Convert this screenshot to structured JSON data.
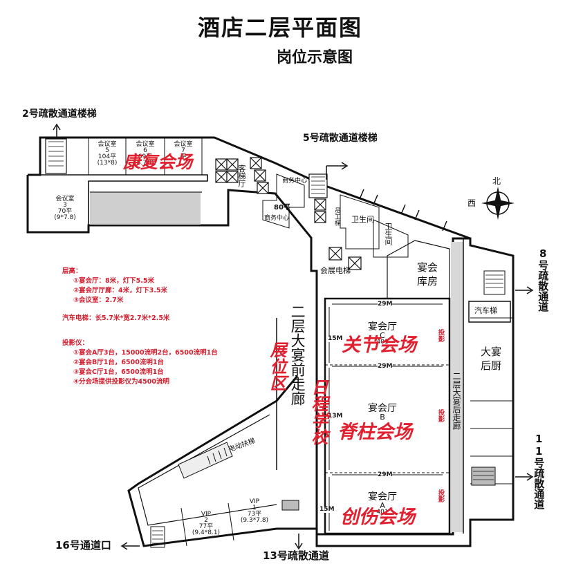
{
  "header": {
    "title": "酒店二层平面图",
    "subtitle": "岗位示意图"
  },
  "compass": {
    "north": "北",
    "west": "西"
  },
  "exits": {
    "exit2": "2号疏散通道楼梯",
    "exit5": "5号疏散通道楼梯",
    "exit8": "8号疏散通道",
    "exit11": "11号疏散通道",
    "exit13": "13号疏散通道",
    "exit16": "16号通道口"
  },
  "rooms": {
    "meeting5": {
      "name": "会议室",
      "num": "5",
      "area": "104平",
      "size": "(13*8)"
    },
    "meeting6": {
      "name": "会议室",
      "num": "6",
      "area": "69平",
      "size": "(8.7*8)"
    },
    "meeting7": {
      "name": "会议室",
      "num": "7",
      "area": "平",
      "size": ""
    },
    "meeting3": {
      "name": "会议室",
      "num": "3",
      "area": "70平",
      "size": "(9*7.8)"
    },
    "guest_lift": "客梯厅",
    "business1": "商务中心",
    "business2": "商务中心",
    "business_area": "80平",
    "staff_lift": "员工梯",
    "wc1": "卫生间",
    "wc2": "卫生间",
    "expo_lift": "会展电梯",
    "storage": "宴会库房",
    "car_lift": "汽车梯",
    "back_kitchen": "大宴后厨",
    "back_corridor": "二层大宴后走廊",
    "front_corridor": "二层大宴前走廊",
    "escalator": "电动扶梯",
    "vip2": {
      "name": "VIP",
      "num": "2",
      "area": "77平",
      "size": "(9.4*8.1)"
    },
    "vip1": {
      "name": "VIP",
      "num": "1",
      "area": "73平",
      "size": "(9.3*7.8)"
    },
    "hallC": {
      "name": "宴会厅",
      "letter": "C",
      "num": "401"
    },
    "hallB": {
      "name": "宴会厅",
      "letter": "B"
    },
    "hallA": {
      "name": "宴会厅",
      "letter": "A",
      "num": "401"
    },
    "projector": "投影"
  },
  "dimensions": {
    "w29a": "29M",
    "w29b": "29M",
    "w29c": "29M",
    "h15a": "15M",
    "h13": "13M",
    "h15b": "15M"
  },
  "notes": {
    "height_title": "层高：",
    "height1": "①宴会厅：8米，灯下5.5米",
    "height2": "②宴会厅厅廊：4米，灯下3.5米",
    "height3": "③会议室：2.7米",
    "car_lift_spec": "汽车电梯：长5.7米*宽2.7米*2.5米",
    "proj_title": "投影仪：",
    "proj1": "①宴会A厅3台，15000流明2台，6500流明1台",
    "proj2": "②宴会B厅1台，6500流明1台",
    "proj3": "③宴会C厅1台，6500流明1台",
    "proj4": "④分会场提供投影仪为4500流明"
  },
  "handwritten": {
    "venue_kangfu": "康复会场",
    "venue_guanjie": "关节会场",
    "venue_jizhu": "脊柱会场",
    "venue_chuangshang": "创伤会场",
    "exhibit": "展位区",
    "checkin": "日程学校"
  },
  "colors": {
    "red": "#d11f2f",
    "handwriting": "#e0202e",
    "wall": "#111111",
    "corridor": "#d8d8d8"
  }
}
